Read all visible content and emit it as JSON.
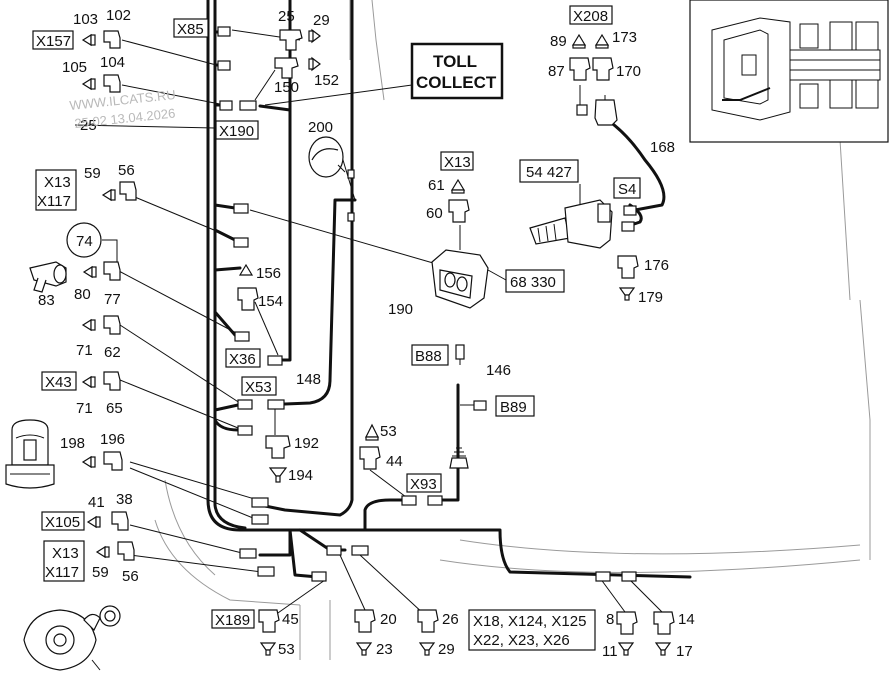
{
  "watermark": {
    "site": "WWW.ILCATS.RU",
    "date": "25.02 13.04.2026"
  },
  "callout": {
    "line1": "TOLL",
    "line2": "COLLECT"
  },
  "boxed_labels": {
    "x157": "X157",
    "x85": "X85",
    "x190": "X190",
    "x13_a": "X13",
    "x117_a": "X117",
    "x36": "X36",
    "x53": "X53",
    "x43": "X43",
    "x105": "X105",
    "x13_b": "X13",
    "x117_b": "X117",
    "x189": "X189",
    "x13_c": "X13",
    "x208": "X208",
    "p54427": "54 427",
    "s4": "S4",
    "p68330": "68 330",
    "b88": "B88",
    "b89": "B89",
    "x93": "X93",
    "group_line1": "X18, X124, X125",
    "group_line2": "X22, X23, X26"
  },
  "part_numbers": {
    "n103": "103",
    "n102": "102",
    "n105": "105",
    "n104": "104",
    "n25a": "25",
    "n29a": "29",
    "n150": "150",
    "n152": "152",
    "n25b": "25",
    "n200": "200",
    "n59a": "59",
    "n56a": "56",
    "n74": "74",
    "n83": "83",
    "n80": "80",
    "n77": "77",
    "n156": "156",
    "n154": "154",
    "n71a": "71",
    "n62": "62",
    "n148": "148",
    "n190": "190",
    "n71b": "71",
    "n65": "65",
    "n192": "192",
    "n194": "194",
    "n198": "198",
    "n196": "196",
    "n41": "41",
    "n38": "38",
    "n59b": "59",
    "n56b": "56",
    "n45": "45",
    "n53a": "53",
    "n20": "20",
    "n23": "23",
    "n26": "26",
    "n29b": "29",
    "n61": "61",
    "n60": "60",
    "n89": "89",
    "n173": "173",
    "n87": "87",
    "n170": "170",
    "n168": "168",
    "n176": "176",
    "n179": "179",
    "n146": "146",
    "n53b": "53",
    "n44": "44",
    "n8": "8",
    "n11": "11",
    "n14": "14",
    "n17": "17"
  }
}
